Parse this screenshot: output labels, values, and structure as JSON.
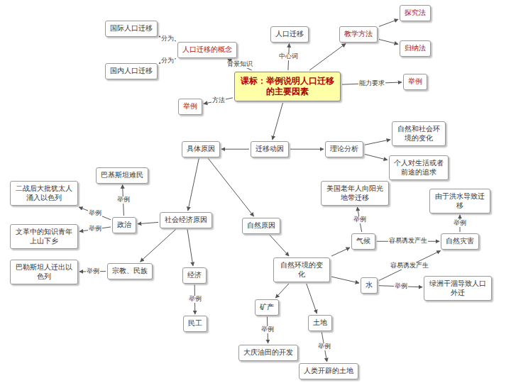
{
  "diagram": {
    "nodes": [
      {
        "text": [
          "人口迁移的概念"
        ]
      },
      {
        "text": [
          "国际人口迁移"
        ]
      },
      {
        "text": [
          "国内人口迁移"
        ]
      },
      {
        "text": [
          "人口迁移"
        ]
      },
      {
        "text": [
          "教学方法"
        ]
      },
      {
        "text": [
          "探究法"
        ]
      },
      {
        "text": [
          "归纳法"
        ]
      },
      {
        "text": [
          "课标：举例说明人口迁移的主要因素"
        ]
      },
      {
        "text": [
          "举例"
        ]
      },
      {
        "text": [
          "举例"
        ]
      },
      {
        "text": [
          "迁移动因"
        ]
      },
      {
        "text": [
          "具体原因"
        ]
      },
      {
        "text": [
          "理论分析"
        ]
      },
      {
        "text": [
          "自然和社会环境的变化"
        ]
      },
      {
        "text": [
          "个人对生活或者前途的追求"
        ]
      },
      {
        "text": [
          "社会经济原因"
        ]
      },
      {
        "text": [
          "政治"
        ]
      },
      {
        "text": [
          "巴基斯坦难民"
        ]
      },
      {
        "text": [
          "二战后大批犹太人涌入以色列"
        ]
      },
      {
        "text": [
          "文革中的知识青年上山下乡"
        ]
      },
      {
        "text": [
          "宗教、民族"
        ]
      },
      {
        "text": [
          "巴勒斯坦人迁出以色列"
        ]
      },
      {
        "text": [
          "经济"
        ]
      },
      {
        "text": [
          "民工"
        ]
      },
      {
        "text": [
          "自然原因"
        ]
      },
      {
        "text": [
          "自然环境的变化"
        ]
      },
      {
        "text": [
          "气候"
        ]
      },
      {
        "text": [
          "美国老年人向阳光地带迁移"
        ]
      },
      {
        "text": [
          "自然灾害"
        ]
      },
      {
        "text": [
          "由于洪水导致迁移"
        ]
      },
      {
        "text": [
          "水"
        ]
      },
      {
        "text": [
          "绿洲干涸导致人口外迁"
        ]
      },
      {
        "text": [
          "矿产"
        ]
      },
      {
        "text": [
          "大庆油田的开发"
        ]
      },
      {
        "text": [
          "土地"
        ]
      },
      {
        "text": [
          "人类开辟的土地"
        ]
      }
    ],
    "edges": [
      {
        "from": 0,
        "to": 1,
        "label": "分为",
        "arrow": "to"
      },
      {
        "from": 0,
        "to": 2,
        "label": "分为",
        "arrow": "to"
      },
      {
        "from": 7,
        "to": 0,
        "label": "背景知识",
        "arrow": "to"
      },
      {
        "from": 7,
        "to": 3,
        "label": "中心词",
        "arrow": "to"
      },
      {
        "from": 7,
        "to": 4,
        "arrow": "to"
      },
      {
        "from": 4,
        "to": 5,
        "arrow": "to"
      },
      {
        "from": 4,
        "to": 6,
        "arrow": "to"
      },
      {
        "from": 7,
        "to": 8,
        "label": "方法",
        "arrow": "to"
      },
      {
        "from": 7,
        "to": 9,
        "label": "能力要求",
        "arrow": "to"
      },
      {
        "from": 7,
        "to": 10,
        "arrow": "to"
      },
      {
        "from": 10,
        "to": 11,
        "arrow": "to"
      },
      {
        "from": 10,
        "to": 12,
        "arrow": "to"
      },
      {
        "from": 12,
        "to": 13,
        "arrow": "to"
      },
      {
        "from": 12,
        "to": 14,
        "arrow": "to"
      },
      {
        "from": 11,
        "to": 15,
        "arrow": "to"
      },
      {
        "from": 11,
        "to": 24,
        "arrow": "to"
      },
      {
        "from": 15,
        "to": 16,
        "arrow": "to"
      },
      {
        "from": 15,
        "to": 20,
        "arrow": "to"
      },
      {
        "from": 15,
        "to": 22,
        "arrow": "to"
      },
      {
        "from": 16,
        "to": 17,
        "label": "举例",
        "arrow": "to"
      },
      {
        "from": 16,
        "to": 18,
        "label": "举例",
        "arrow": "to"
      },
      {
        "from": 16,
        "to": 19,
        "label": "举例",
        "arrow": "to"
      },
      {
        "from": 20,
        "to": 21,
        "label": "举例",
        "arrow": "to"
      },
      {
        "from": 22,
        "to": 23,
        "label": "举例",
        "arrow": "to"
      },
      {
        "from": 24,
        "to": 25,
        "arrow": "to"
      },
      {
        "from": 25,
        "to": 26,
        "arrow": "to"
      },
      {
        "from": 25,
        "to": 30,
        "arrow": "to"
      },
      {
        "from": 25,
        "to": 32,
        "arrow": "to"
      },
      {
        "from": 25,
        "to": 34,
        "arrow": "to"
      },
      {
        "from": 26,
        "to": 27,
        "label": "举例",
        "arrow": "to"
      },
      {
        "from": 26,
        "to": 28,
        "label": "容易诱发产生",
        "arrow": "to"
      },
      {
        "from": 30,
        "to": 28,
        "label": "容易诱发产生",
        "arrow": "to"
      },
      {
        "from": 28,
        "to": 29,
        "label": "举例",
        "arrow": "to"
      },
      {
        "from": 30,
        "to": 31,
        "label": "举例",
        "arrow": "to"
      },
      {
        "from": 32,
        "to": 33,
        "label": "举例",
        "arrow": "to"
      },
      {
        "from": 34,
        "to": 35,
        "label": "举例",
        "arrow": "to"
      }
    ]
  }
}
